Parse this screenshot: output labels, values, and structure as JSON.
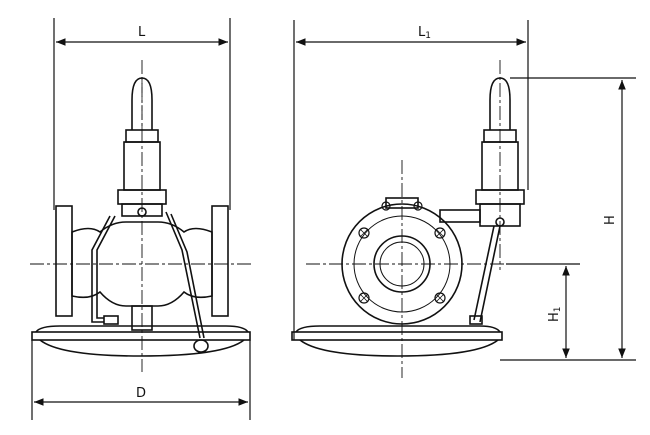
{
  "labels": {
    "left_width": "L",
    "right_width_main": "L",
    "right_width_sub": "1",
    "bottom_width": "D",
    "total_height": "H",
    "partial_height_main": "H",
    "partial_height_sub": "1"
  },
  "colors": {
    "ink": "#111111",
    "background": "#ffffff"
  }
}
